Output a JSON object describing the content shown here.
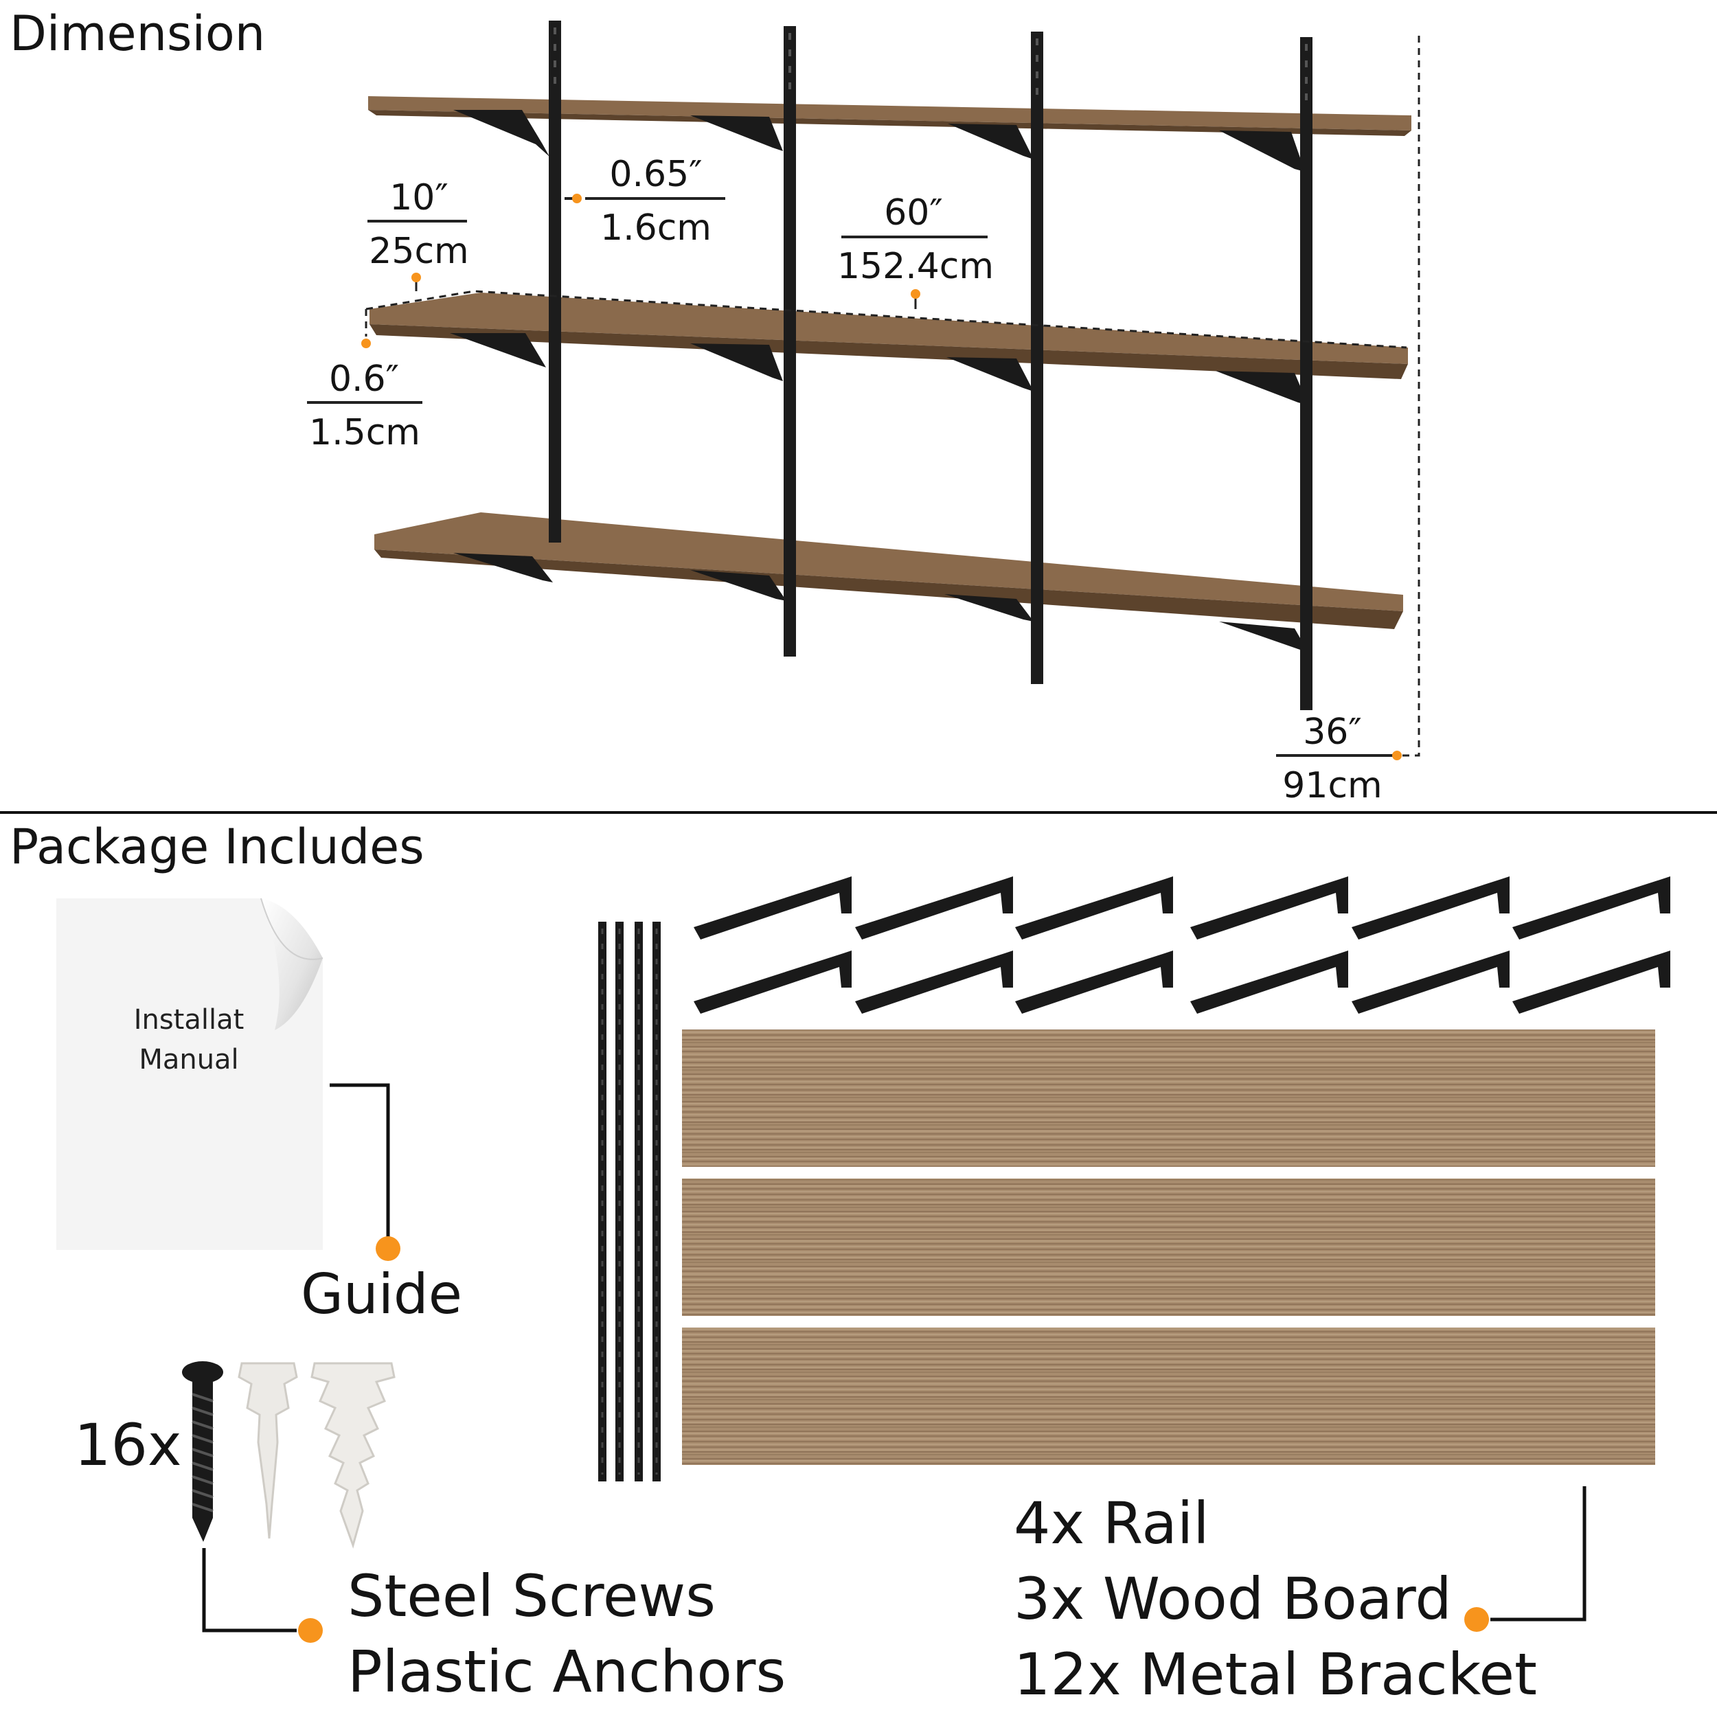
{
  "sections": {
    "dimension": "Dimension",
    "package": "Package Includes"
  },
  "dimensions": {
    "depth": {
      "imperial": "10″",
      "metric": "25cm"
    },
    "rail_width": {
      "imperial": "0.65″",
      "metric": "1.6cm"
    },
    "length": {
      "imperial": "60″",
      "metric": "152.4cm"
    },
    "thickness": {
      "imperial": "0.6″",
      "metric": "1.5cm"
    },
    "height": {
      "imperial": "36″",
      "metric": "91cm"
    }
  },
  "package": {
    "manual_text_line1": "Installat",
    "manual_text_line2": "Manual",
    "guide_label": "Guide",
    "screw_count": "16x",
    "hardware_line1": "Steel Screws",
    "hardware_line2": "Plastic Anchors",
    "parts_line1": "4x Rail",
    "parts_line2": "3x Wood Board",
    "parts_line3": "12x Metal Bracket"
  },
  "colors": {
    "accent": "#f7941d",
    "wood": "#8b6b4a",
    "metal": "#1a1a1a"
  }
}
